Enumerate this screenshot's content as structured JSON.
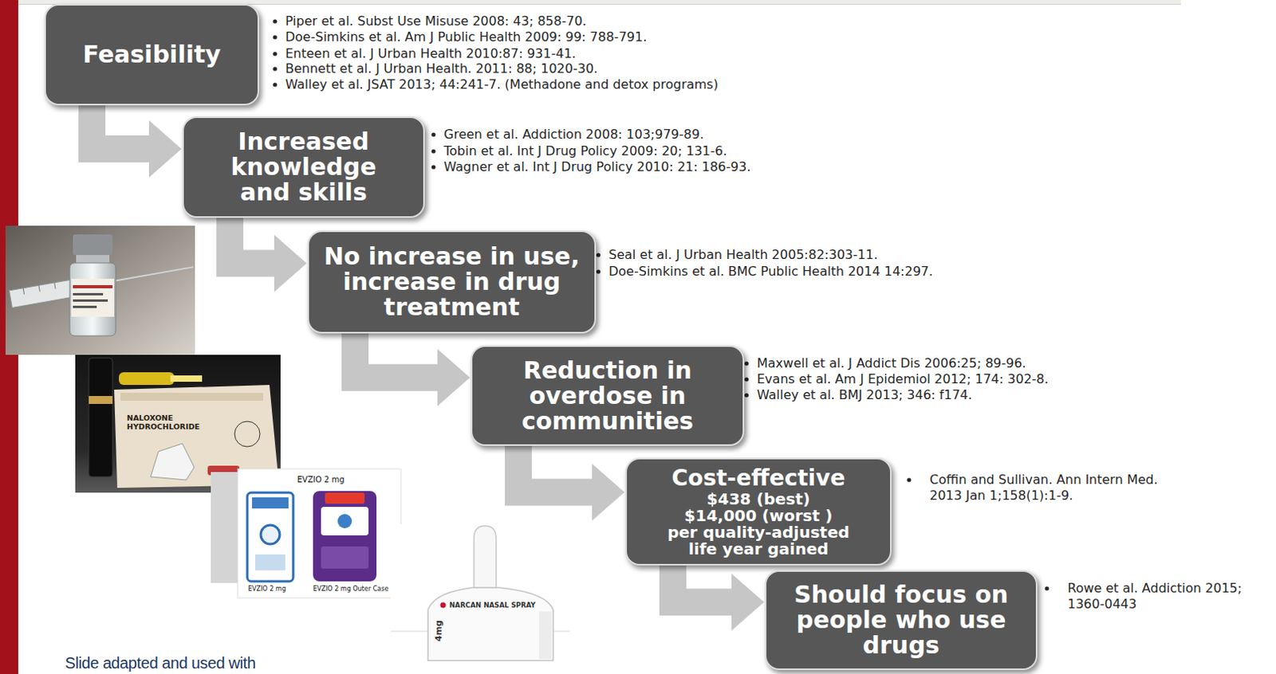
{
  "diagram": {
    "nodes": [
      {
        "text": [
          "Feasibility"
        ]
      },
      {
        "text": [
          "Increased knowledge and skills"
        ]
      },
      {
        "text": [
          "No increase in use, increase in drug treatment"
        ]
      },
      {
        "text": [
          "Reduction in overdose in communities"
        ]
      },
      {
        "text": [
          "Cost-effective",
          "$438 (best)",
          "$14,000 (worst )",
          "per quality-adjusted life year gained"
        ]
      },
      {
        "text": [
          "Should focus on people who use drugs"
        ]
      }
    ],
    "edges": [
      {
        "from": 0,
        "to": 1,
        "arrow": "to"
      },
      {
        "from": 1,
        "to": 2,
        "arrow": "to"
      },
      {
        "from": 2,
        "to": 3,
        "arrow": "to"
      },
      {
        "from": 3,
        "to": 4,
        "arrow": "to"
      },
      {
        "from": 4,
        "to": 5,
        "arrow": "to"
      }
    ],
    "labels": [
      "Piper et al. Subst Use Misuse 2008: 43; 858-70.",
      "Doe-Simkins et al. Am J Public Health 2009: 99: 788-791.",
      "Enteen et al. J Urban Health 2010:87: 931-41.",
      "Bennett et al. J Urban Health. 2011: 88; 1020-30.",
      "Walley et al. JSAT 2013; 44:241-7. (Methadone and detox programs)",
      "Green et al. Addiction 2008: 103;979-89.",
      "Tobin et al. Int J Drug Policy 2009: 20; 131-6.",
      "Wagner et al. Int J Drug Policy 2010: 21: 186-93.",
      "Seal et al. J Urban Health 2005:82:303-11.",
      "Doe-Simkins et al. BMC Public Health 2014 14:297.",
      "Maxwell et al. J Addict Dis 2006:25; 89-96.",
      "Evans et al. Am J Epidemiol 2012; 174: 302-8.",
      "Walley et al. BMJ 2013; 346: f174.",
      "Coffin and Sullivan. Ann Intern Med. 2013 Jan 1;158(1):1-9.",
      "Rowe et al. Addiction 2015; 1360-0443",
      "NALOXONE HYDROCHLORIDE",
      "EVZIO 2 mg",
      "EVZIO 2 mg",
      "EVZIO 2 mg Outer Case",
      "NARCAN NASAL SPRAY",
      "4mg",
      "Slide adapted and used with"
    ]
  }
}
